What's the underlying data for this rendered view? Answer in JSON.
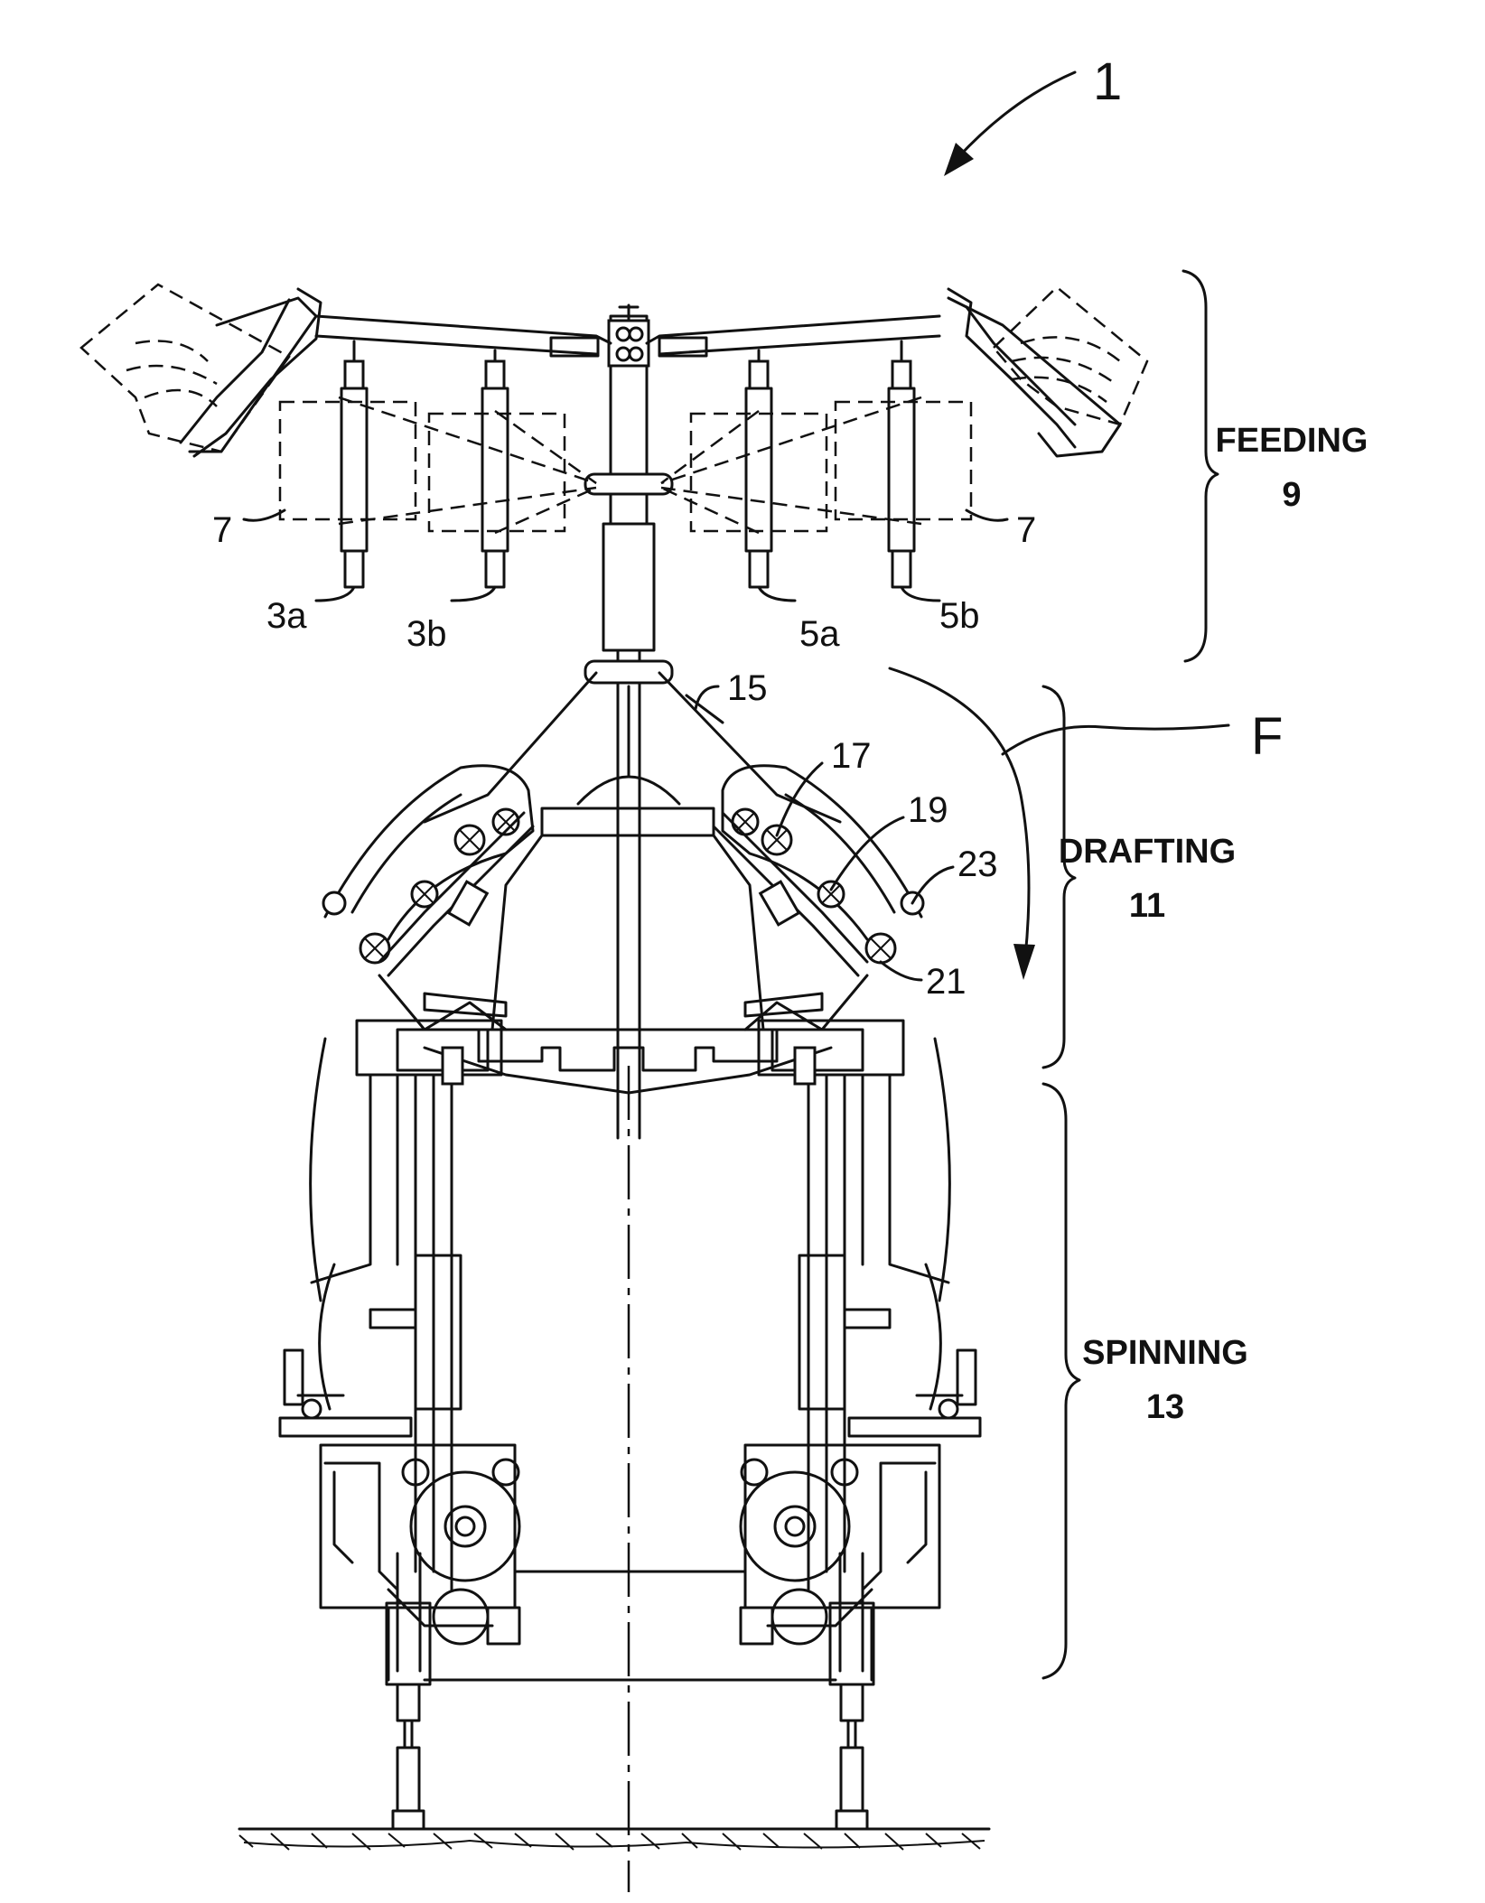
{
  "figure": {
    "number_label": "1",
    "flow_label": "F"
  },
  "sections": [
    {
      "id": "feeding",
      "label": "FEEDING",
      "number": "9"
    },
    {
      "id": "drafting",
      "label": "DRAFTING",
      "number": "11"
    },
    {
      "id": "spinning",
      "label": "SPINNING",
      "number": "13"
    }
  ],
  "references": {
    "package_left": "7",
    "package_right": "7",
    "creel_3a": "3a",
    "creel_3b": "3b",
    "creel_5a": "5a",
    "creel_5b": "5b",
    "frame_15": "15",
    "roller_17": "17",
    "roller_19": "19",
    "roller_21": "21",
    "roller_23": "23"
  }
}
